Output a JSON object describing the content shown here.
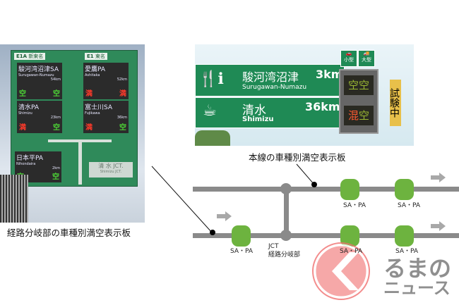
{
  "left_sign": {
    "routes": [
      {
        "code": "E1A",
        "name": "新東名"
      },
      {
        "code": "E1",
        "name": "東名"
      }
    ],
    "panels": [
      {
        "name": "駿河湾沼津SA",
        "roman": "Surugawan-Numazu",
        "dist": "54km",
        "small": "空",
        "large": "空"
      },
      {
        "name": "愛鷹PA",
        "roman": "Ashitaka",
        "dist": "52km",
        "small": "満",
        "large": "満"
      },
      {
        "name": "清水PA",
        "roman": "Shimizu",
        "dist": "23km",
        "small": "満",
        "large": "空"
      },
      {
        "name": "富士川SA",
        "roman": "Fujikawa",
        "dist": "36km",
        "small": "満",
        "large": "空"
      },
      {
        "name": "日本平PA",
        "roman": "Nihondaira",
        "dist": "2km",
        "small": "空",
        "large": "空"
      }
    ],
    "jct": "清 水 JCT.",
    "jct_roman": "Shimizu JCT.",
    "caption": "経路分岐部の車種別満空表示板"
  },
  "right_sign": {
    "row1": {
      "name": "駿河湾沼津",
      "roman": "Surugawan-Numazu",
      "dist": "3km"
    },
    "row2": {
      "name": "清水",
      "roman": "Shimizu",
      "dist": "36km"
    },
    "types": [
      "小型",
      "大型"
    ],
    "status1": [
      "空",
      "空"
    ],
    "status2": [
      "混",
      "空"
    ],
    "trial": "試験中",
    "caption": "本線の車種別満空表示板"
  },
  "diagram": {
    "sapa": "SA・PA",
    "jct": "JCT",
    "jct_sub": "経路分岐部"
  },
  "logo": {
    "line1": "るまの",
    "line2": "ニュース"
  },
  "colors": {
    "sign_green": "#1f8a55",
    "road": "#8a8a8a",
    "sapa": "#6db33f",
    "logo_red": "#f07070"
  }
}
